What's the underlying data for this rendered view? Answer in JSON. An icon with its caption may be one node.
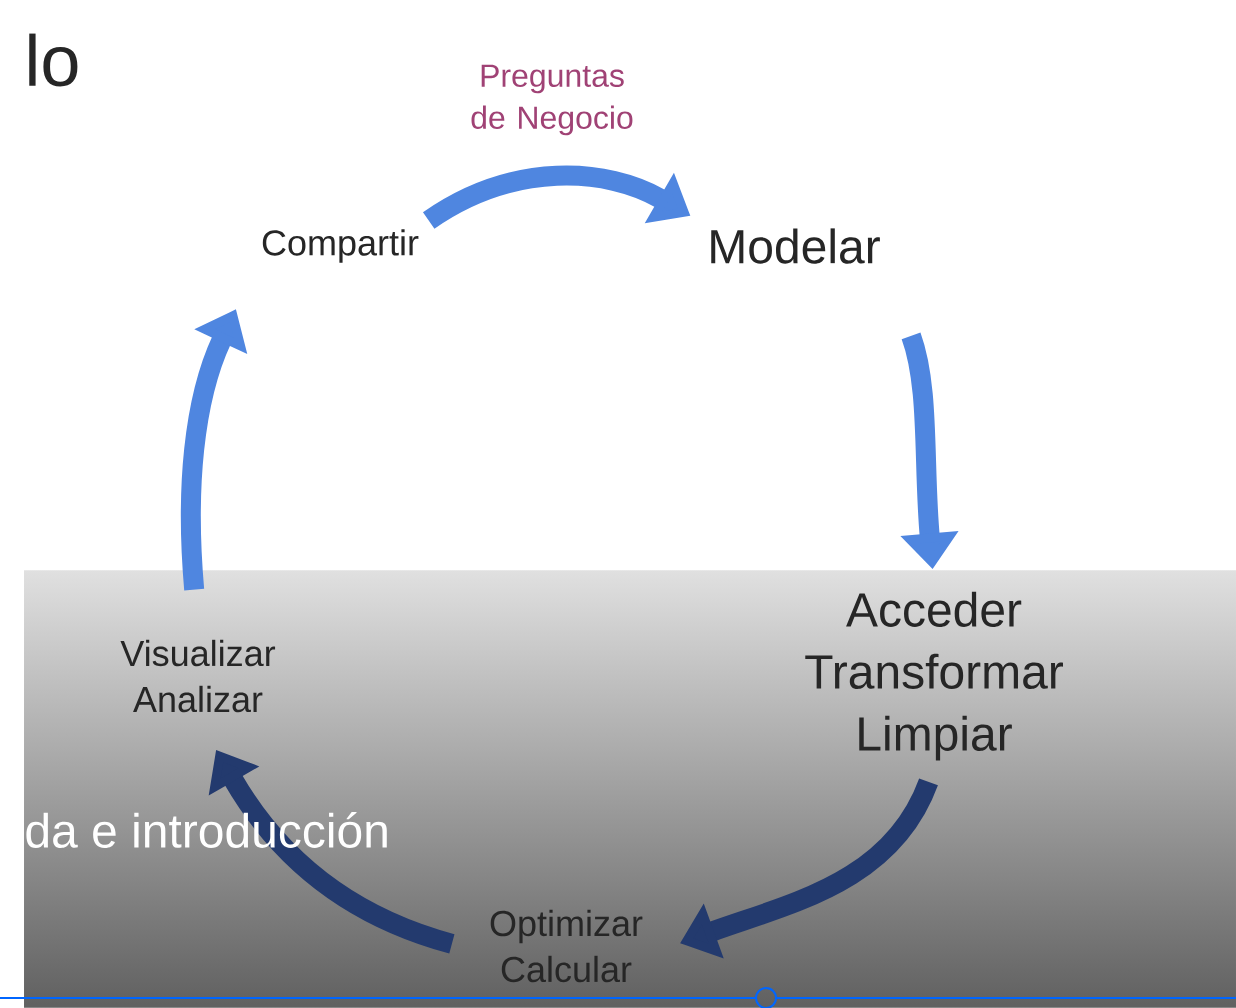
{
  "diagram": {
    "title": "lo",
    "nodes": [
      {
        "text": [
          "Compartir"
        ]
      },
      {
        "text": [
          "Modelar"
        ]
      },
      {
        "text": [
          "Acceder Transformar Limpiar"
        ]
      },
      {
        "text": [
          "Optimizar Calcular"
        ]
      },
      {
        "text": [
          "Visualizar Analizar"
        ]
      }
    ],
    "edges": [
      {
        "from": 0,
        "to": 1,
        "arrow": "to",
        "label": "Preguntas de Negocio"
      },
      {
        "from": 1,
        "to": 2,
        "arrow": "to"
      },
      {
        "from": 2,
        "to": 3,
        "arrow": "to",
        "color": "#233a6e"
      },
      {
        "from": 3,
        "to": 4,
        "arrow": "to",
        "color": "#233a6e"
      },
      {
        "from": 4,
        "to": 0,
        "arrow": "to"
      }
    ],
    "labels": [
      "da e introducción"
    ]
  }
}
